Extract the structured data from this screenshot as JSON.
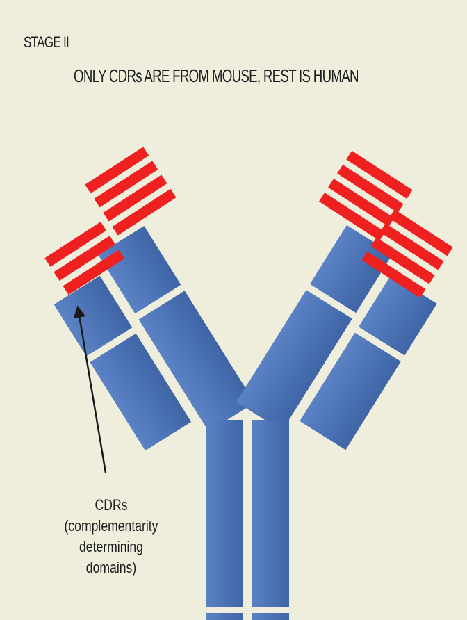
{
  "stage_label": "STAGE II",
  "subtitle": "ONLY CDRs ARE FROM MOUSE, REST IS HUMAN",
  "cdr_label": {
    "line1": "CDRs",
    "line2": "(complementarity",
    "line3": "determining",
    "line4": "domains)"
  },
  "colors": {
    "background": "#efeedd",
    "human_domain": "#4a72b4",
    "mouse_cdr": "#ee2020",
    "arrow": "#1a1a1a"
  }
}
